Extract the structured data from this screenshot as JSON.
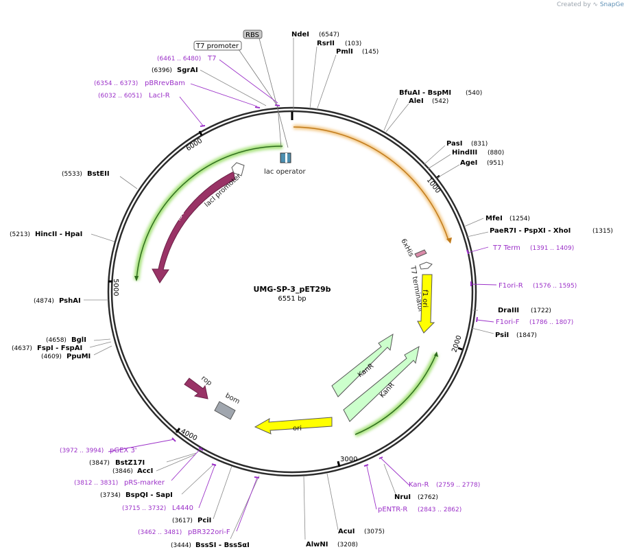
{
  "credit": {
    "created_by": "Created by",
    "brand": "SnapGene"
  },
  "plasmid": {
    "name": "UMG-SP-3_pET29b",
    "length_label": "6551 bp"
  },
  "ticks": [
    "1000",
    "2000",
    "3000",
    "4000",
    "5000",
    "6000"
  ],
  "restriction_sites": [
    {
      "name": "NdeI",
      "pos": "(6547)"
    },
    {
      "name": "RsrII",
      "pos": "(103)"
    },
    {
      "name": "PmlI",
      "pos": "(145)"
    },
    {
      "name": "BfuAI - BspMI",
      "pos": "(540)"
    },
    {
      "name": "AleI",
      "pos": "(542)"
    },
    {
      "name": "PasI",
      "pos": "(831)"
    },
    {
      "name": "HindIII",
      "pos": "(880)"
    },
    {
      "name": "AgeI",
      "pos": "(951)"
    },
    {
      "name": "MfeI",
      "pos": "(1254)"
    },
    {
      "name": "PaeR7I - PspXI - XhoI",
      "pos": "(1315)"
    },
    {
      "name": "DraIII",
      "pos": "(1722)"
    },
    {
      "name": "PsiI",
      "pos": "(1847)"
    },
    {
      "name": "NruI",
      "pos": "(2762)"
    },
    {
      "name": "AcuI",
      "pos": "(3075)"
    },
    {
      "name": "AlwNI",
      "pos": "(3208)"
    },
    {
      "name": "BssSI - BssSαI",
      "pos": "(3444)"
    },
    {
      "name": "PciI",
      "pos": "(3617)"
    },
    {
      "name": "BspQI - SapI",
      "pos": "(3734)"
    },
    {
      "name": "AccI",
      "pos": "(3846)"
    },
    {
      "name": "BstZ17I",
      "pos": "(3847)"
    },
    {
      "name": "PpuMI",
      "pos": "(4609)"
    },
    {
      "name": "FspI - FspAI",
      "pos": "(4637)"
    },
    {
      "name": "BglI",
      "pos": "(4658)"
    },
    {
      "name": "PshAI",
      "pos": "(4874)"
    },
    {
      "name": "HincII - HpaI",
      "pos": "(5213)"
    },
    {
      "name": "BstEII",
      "pos": "(5533)"
    },
    {
      "name": "SgrAI",
      "pos": "(6396)"
    }
  ],
  "primers": [
    {
      "name": "T7",
      "pos": "(6461 .. 6480)"
    },
    {
      "name": "pBRrevBam",
      "pos": "(6354 .. 6373)"
    },
    {
      "name": "LacI-R",
      "pos": "(6032 .. 6051)"
    },
    {
      "name": "T7 Term",
      "pos": "(1391 .. 1409)"
    },
    {
      "name": "F1ori-R",
      "pos": "(1576 .. 1595)"
    },
    {
      "name": "F1ori-F",
      "pos": "(1786 .. 1807)"
    },
    {
      "name": "Kan-R",
      "pos": "(2759 .. 2778)"
    },
    {
      "name": "pENTR-R",
      "pos": "(2843 .. 2862)"
    },
    {
      "name": "pBR322ori-F",
      "pos": "(3462 .. 3481)"
    },
    {
      "name": "L4440",
      "pos": "(3715 .. 3732)"
    },
    {
      "name": "pRS-marker",
      "pos": "(3812 .. 3831)"
    },
    {
      "name": "pGEX 3'",
      "pos": "(3972 .. 3994)"
    }
  ],
  "boxed_labels": {
    "rbs": "RBS",
    "t7_promoter": "T7 promoter"
  },
  "features": {
    "lac_operator": "lac operator",
    "laci_promoter": "lacI promoter",
    "laci": "lacI",
    "his_tag": "6xHis",
    "t7_terminator": "T7 terminator",
    "f1_ori": "f1 ori",
    "kanr_1": "KanR",
    "kanr_2": "KanR",
    "ori": "ori",
    "rop": "rop",
    "bom": "bom"
  },
  "colors": {
    "backbone": "#2b2b2b",
    "insert_orange": "#e8a94a",
    "green_highlight": "#a6e27a",
    "laci": "#993366",
    "f1_ori": "#ffff00",
    "kanr": "#ccffcc",
    "ori": "#ffff00",
    "rop": "#993366",
    "bom": "#a0a6ae",
    "primer": "#9b30c8",
    "his": "#d98aa8"
  }
}
